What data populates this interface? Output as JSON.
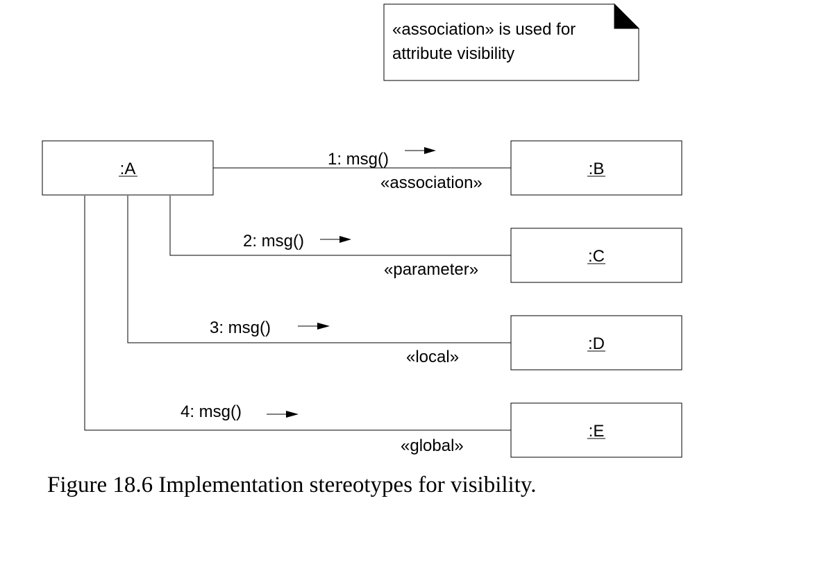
{
  "note": {
    "line1": "«association» is used for",
    "line2": "attribute visibility"
  },
  "objects": {
    "a": ":A",
    "b": ":B",
    "c": ":C",
    "d": ":D",
    "e": ":E"
  },
  "links": [
    {
      "message": "1: msg()",
      "stereotype": "«association»"
    },
    {
      "message": "2: msg()",
      "stereotype": "«parameter»"
    },
    {
      "message": "3: msg()",
      "stereotype": "«local»"
    },
    {
      "message": "4: msg()",
      "stereotype": "«global»"
    }
  ],
  "caption": "Figure 18.6 Implementation stereotypes for visibility."
}
